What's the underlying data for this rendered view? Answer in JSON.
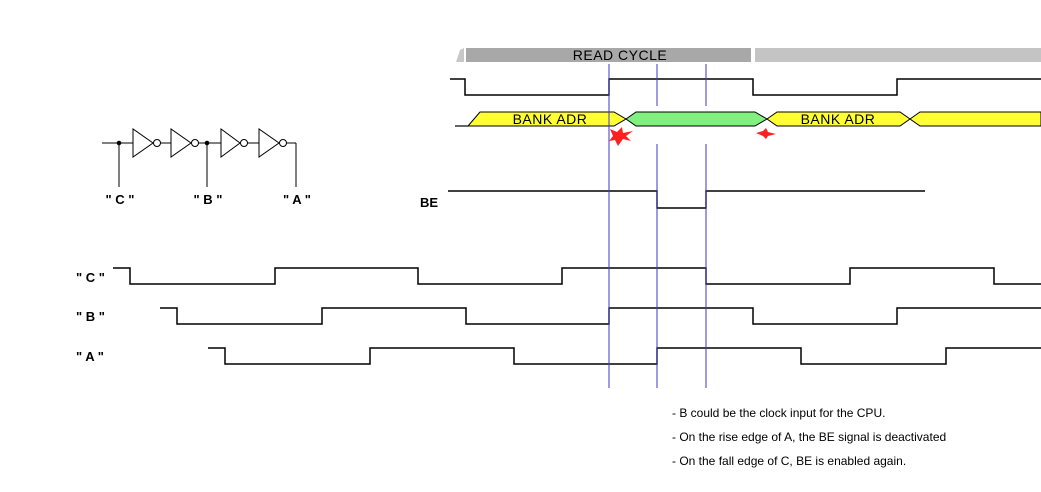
{
  "header": {
    "read_cycle": "READ CYCLE"
  },
  "bus": {
    "bank_adr_1": "BANK ADR",
    "bank_adr_2": "BANK ADR"
  },
  "signals": {
    "be": "BE",
    "c": "\" C \"",
    "b": "\" B \"",
    "a": "\" A \""
  },
  "inverter_chain": {
    "tap_c": "\" C \"",
    "tap_b": "\" B \"",
    "tap_a": "\" A \""
  },
  "notes": [
    "- B could be the clock input for the CPU.",
    "- On the rise edge of A, the BE signal is deactivated",
    "- On the fall edge of C, BE is enabled again."
  ],
  "colors": {
    "bank_bus": "#ffff33",
    "data_bus": "#80f080",
    "header_bar": "#a8a8a8",
    "marker_lines": "#3a3acb",
    "glitch": "#ff2020"
  }
}
